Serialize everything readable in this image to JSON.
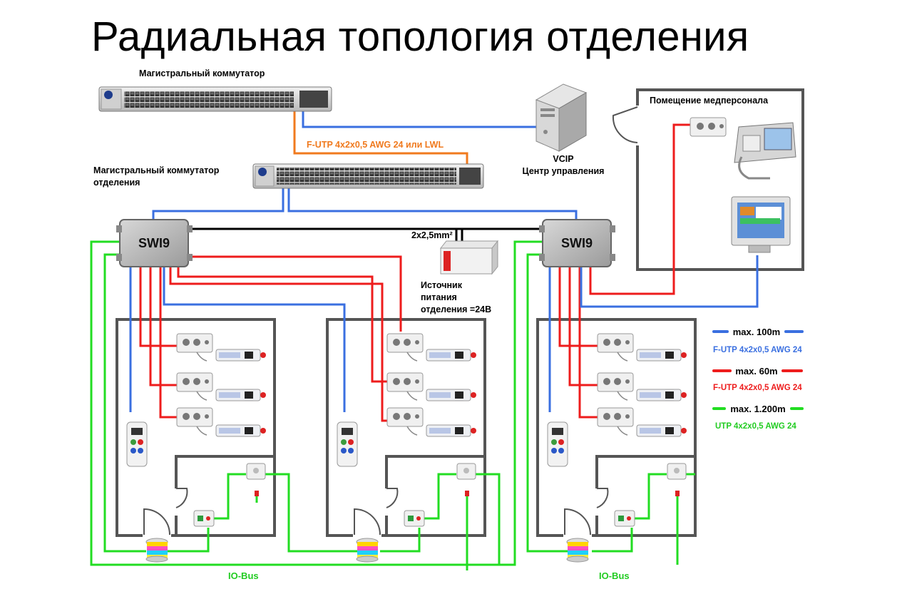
{
  "title": "Радиальная топология отделения",
  "labels": {
    "backbone_switch": "Магистральный коммутатор",
    "dept_switch_line1": "Магистральный коммутатор",
    "dept_switch_line2": "отделения",
    "uplink_cable": "F-UTP 4x2x0,5 AWG 24 или LWL",
    "vcip_line1": "VCIP",
    "vcip_line2": "Центр управления",
    "staff_room": "Помещение медперсонала",
    "power_cable": "2x2,5mm²",
    "psu_line1": "Источник",
    "psu_line2": "питания",
    "psu_line3": "отделения =24В",
    "swi_left": "SWI9",
    "swi_right": "SWI9",
    "iobus_left": "IO-Bus",
    "iobus_right": "IO-Bus"
  },
  "legend": [
    {
      "max_label": "max. 100m",
      "cable": "F-UTP 4x2x0,5 AWG 24",
      "color": "#3a6fe0"
    },
    {
      "max_label": "max. 60m",
      "cable": "F-UTP 4x2x0,5 AWG 24",
      "color": "#ee1c1c"
    },
    {
      "max_label": "max. 1.200m",
      "cable": "UTP 4x2x0,5 AWG 24",
      "color": "#22dd22"
    }
  ],
  "colors": {
    "blue": "#3a6fe0",
    "red": "#ee1c1c",
    "green": "#22dd22",
    "orange": "#f07a1e",
    "black": "#000000",
    "wall": "#555555"
  }
}
